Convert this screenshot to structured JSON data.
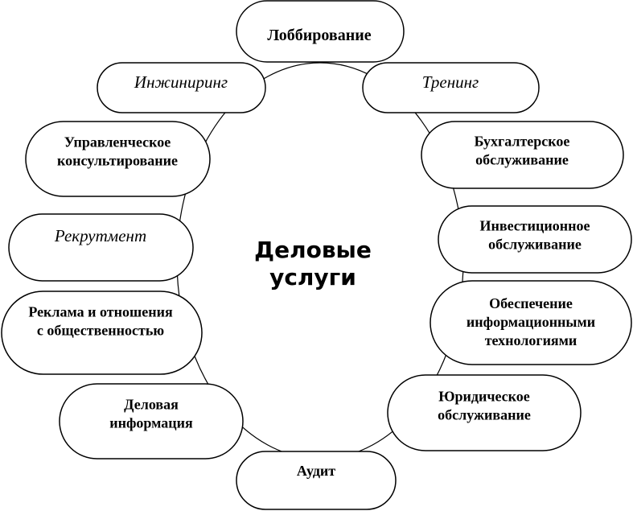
{
  "center": {
    "lines": [
      "Деловые",
      "услуги"
    ]
  },
  "services": [
    {
      "id": "lobbying",
      "lines": [
        "Лоббирование"
      ],
      "style": "large"
    },
    {
      "id": "engineering",
      "lines": [
        "Инжиниринг"
      ],
      "style": "italic"
    },
    {
      "id": "training",
      "lines": [
        "Тренинг"
      ],
      "style": "italic"
    },
    {
      "id": "management-consulting",
      "lines": [
        "Управленческое",
        "консультирование"
      ],
      "style": "bold"
    },
    {
      "id": "accounting",
      "lines": [
        "Бухгалтерское",
        "обслуживание"
      ],
      "style": "bold"
    },
    {
      "id": "investment",
      "lines": [
        "Инвестиционное",
        "обслуживание"
      ],
      "style": "bold"
    },
    {
      "id": "recruitment",
      "lines": [
        "Рекрутмент"
      ],
      "style": "italic"
    },
    {
      "id": "pr",
      "lines": [
        "Реклама и отношения",
        "с общественностью"
      ],
      "style": "bold"
    },
    {
      "id": "it",
      "lines": [
        "Обеспечение",
        "информационными",
        "технологиями"
      ],
      "style": "bold"
    },
    {
      "id": "business-info",
      "lines": [
        "Деловая",
        "информация"
      ],
      "style": "bold"
    },
    {
      "id": "legal",
      "lines": [
        "Юридическое",
        "обслуживание"
      ],
      "style": "bold"
    },
    {
      "id": "audit",
      "lines": [
        "Аудит"
      ],
      "style": "bold"
    }
  ]
}
